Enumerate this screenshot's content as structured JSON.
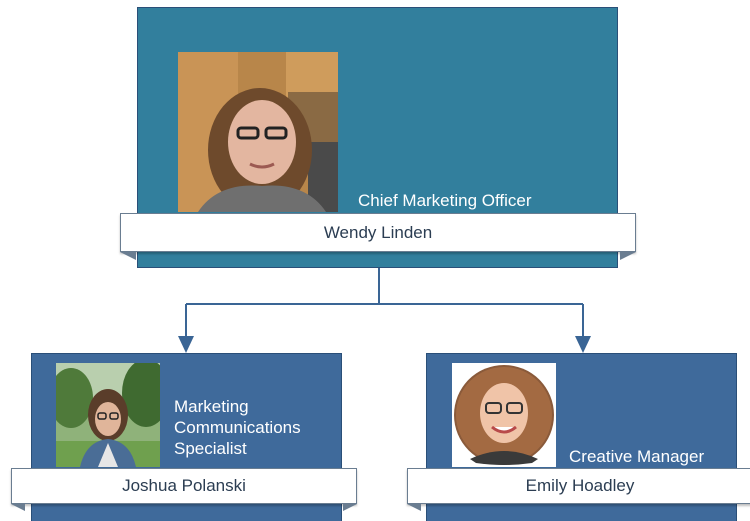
{
  "org_chart": {
    "top": {
      "name": "Wendy Linden",
      "title": "Chief Marketing Officer",
      "card_color": "#327f9d"
    },
    "reports": [
      {
        "name": "Joshua Polanski",
        "title": "Marketing\nCommunications\nSpecialist",
        "card_color": "#3f6a9b"
      },
      {
        "name": "Emily Hoadley",
        "title": "Creative Manager",
        "card_color": "#3f6a9b"
      }
    ],
    "connector_color": "#3a6595"
  }
}
